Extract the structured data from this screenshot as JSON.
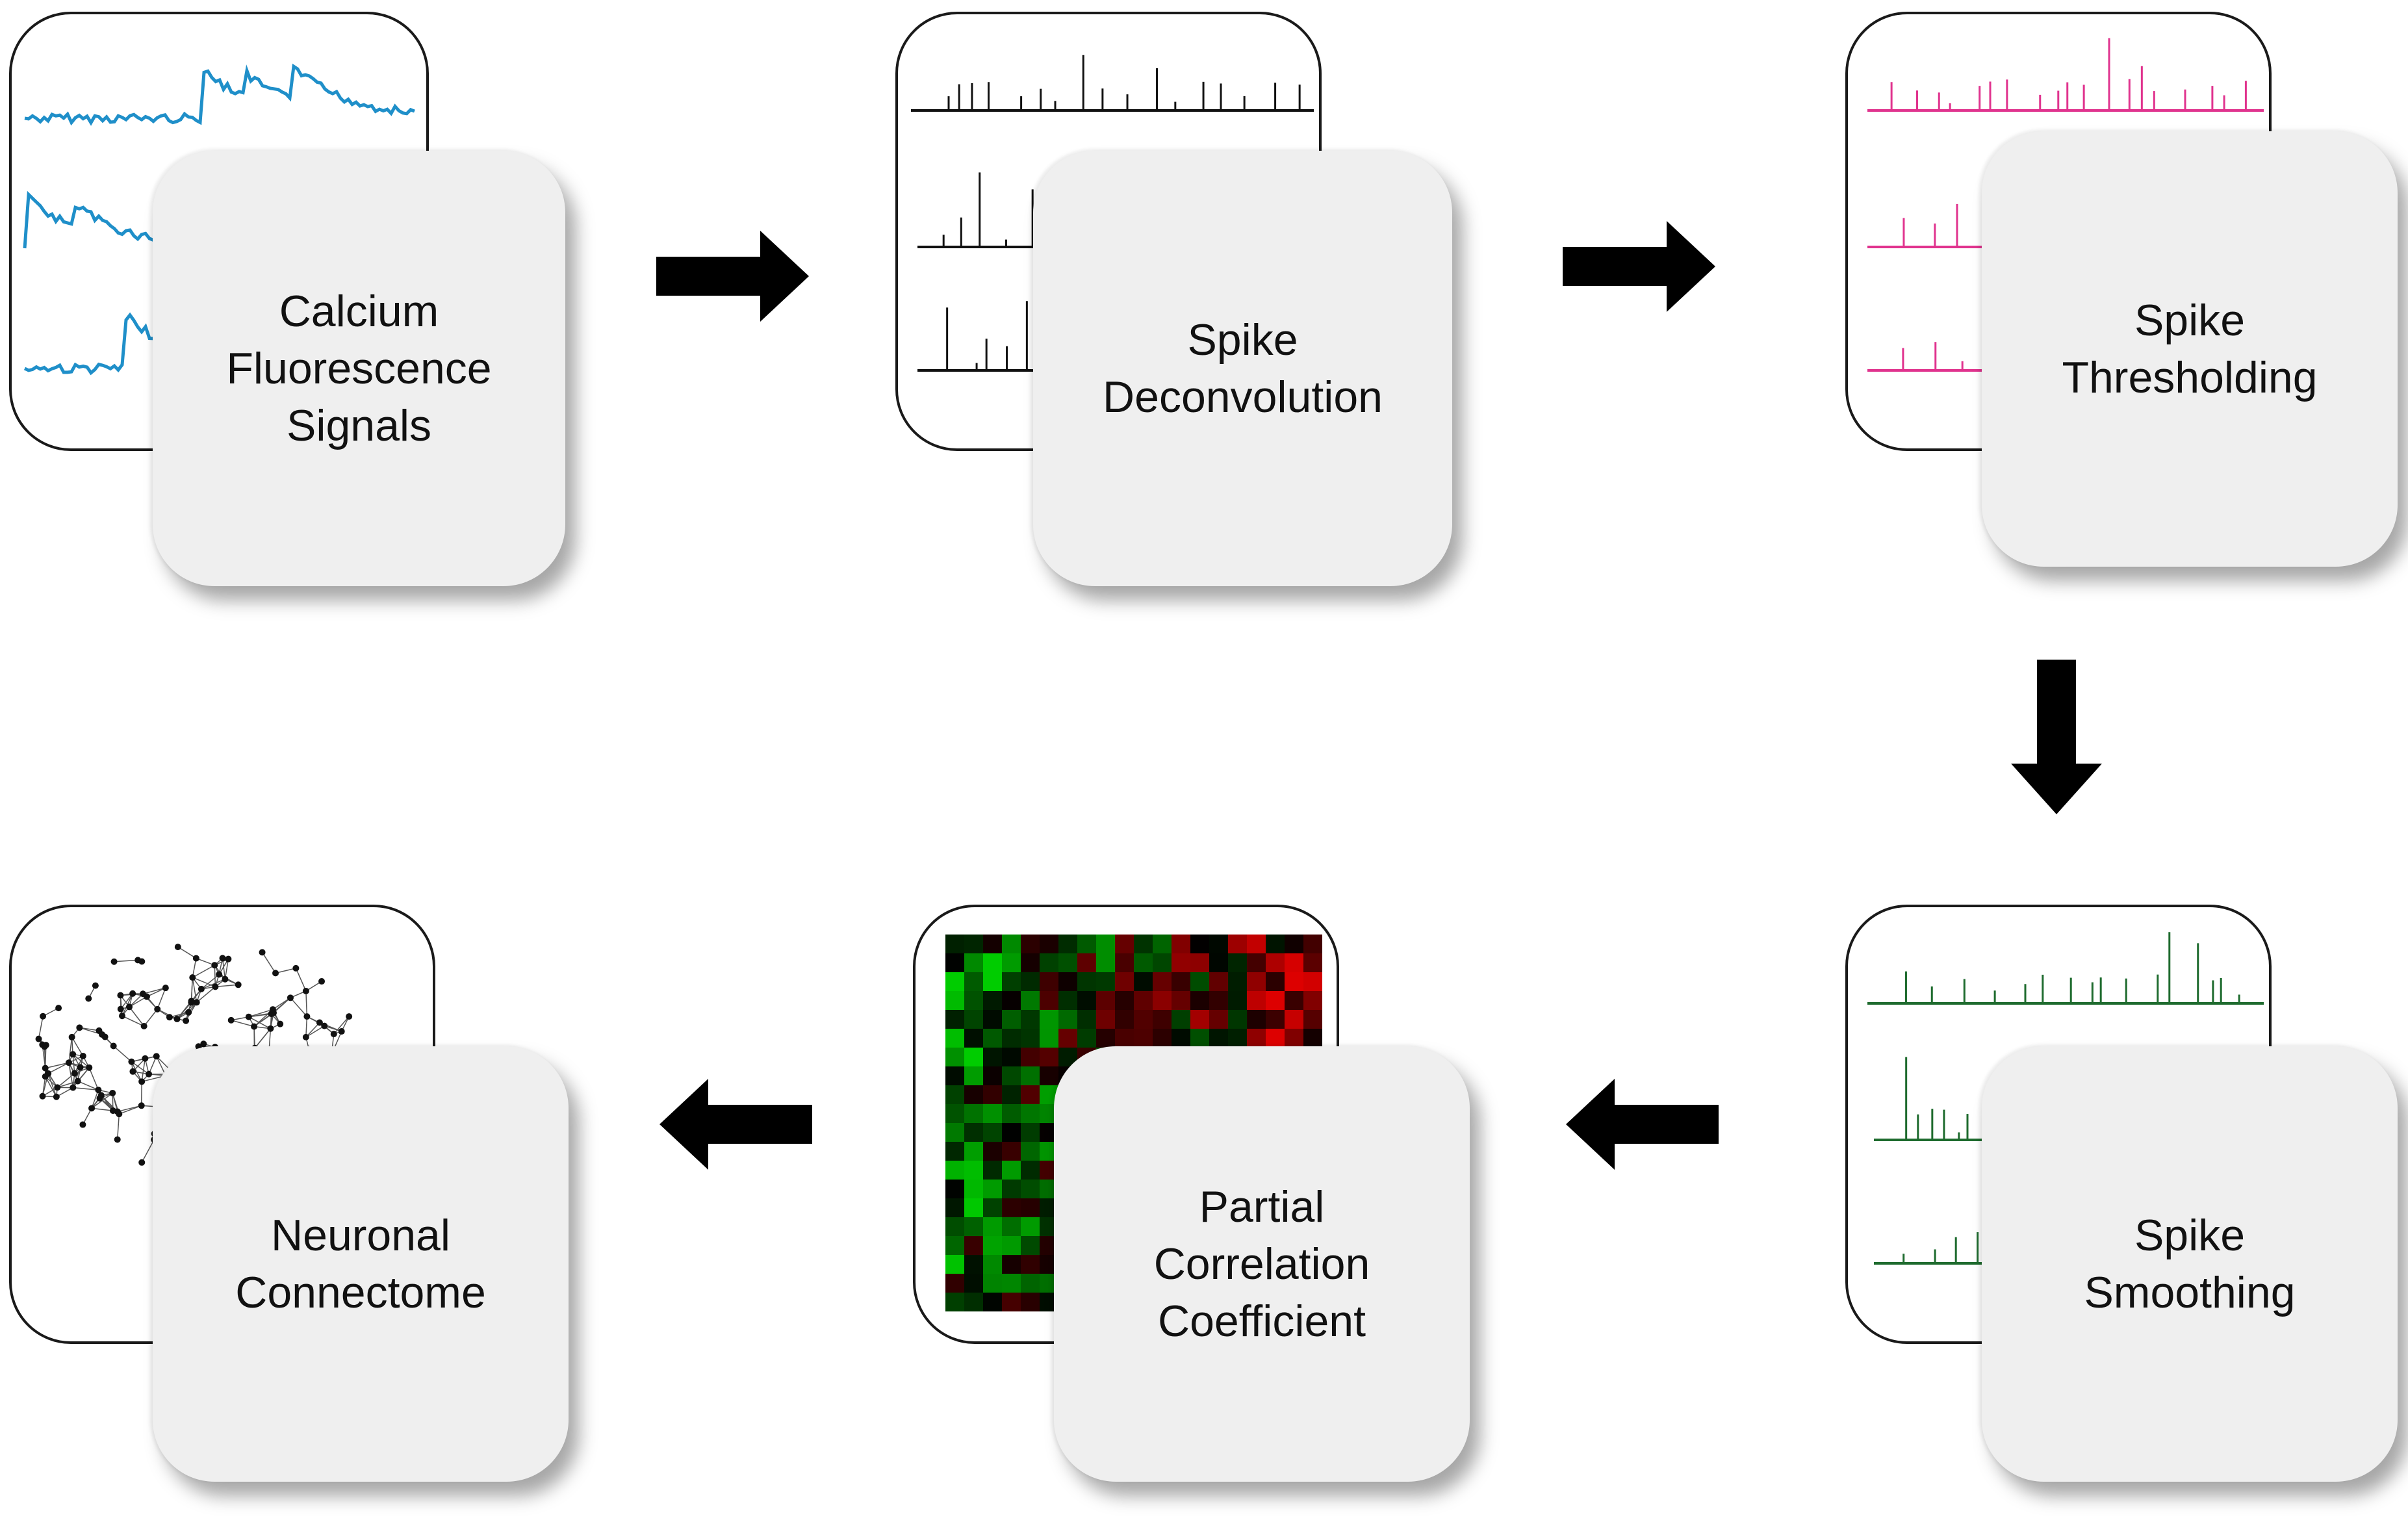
{
  "steps": {
    "calcium": {
      "lines": [
        "Calcium",
        "Fluorescence",
        "Signals"
      ],
      "trace_color": "#1f8fc9"
    },
    "deconvolution": {
      "lines": [
        "Spike",
        "Deconvolution"
      ],
      "trace_color": "#111111"
    },
    "thresholding": {
      "lines": [
        "Spike",
        "Thresholding"
      ],
      "trace_color": "#e0338e"
    },
    "smoothing": {
      "lines": [
        "Spike",
        "Smoothing"
      ],
      "trace_color": "#1e6b2e"
    },
    "correlation": {
      "lines": [
        "Partial",
        "Correlation",
        "Coefficient"
      ],
      "heatmap_colors": [
        "#00cc00",
        "#000000",
        "#dd0000"
      ]
    },
    "connectome": {
      "lines": [
        "Neuronal",
        "Connectome"
      ],
      "node_color": "#111111"
    }
  },
  "arrows": {
    "color": "#000000",
    "flow": [
      "calcium",
      "deconvolution",
      "thresholding",
      "smoothing",
      "correlation",
      "connectome"
    ]
  }
}
